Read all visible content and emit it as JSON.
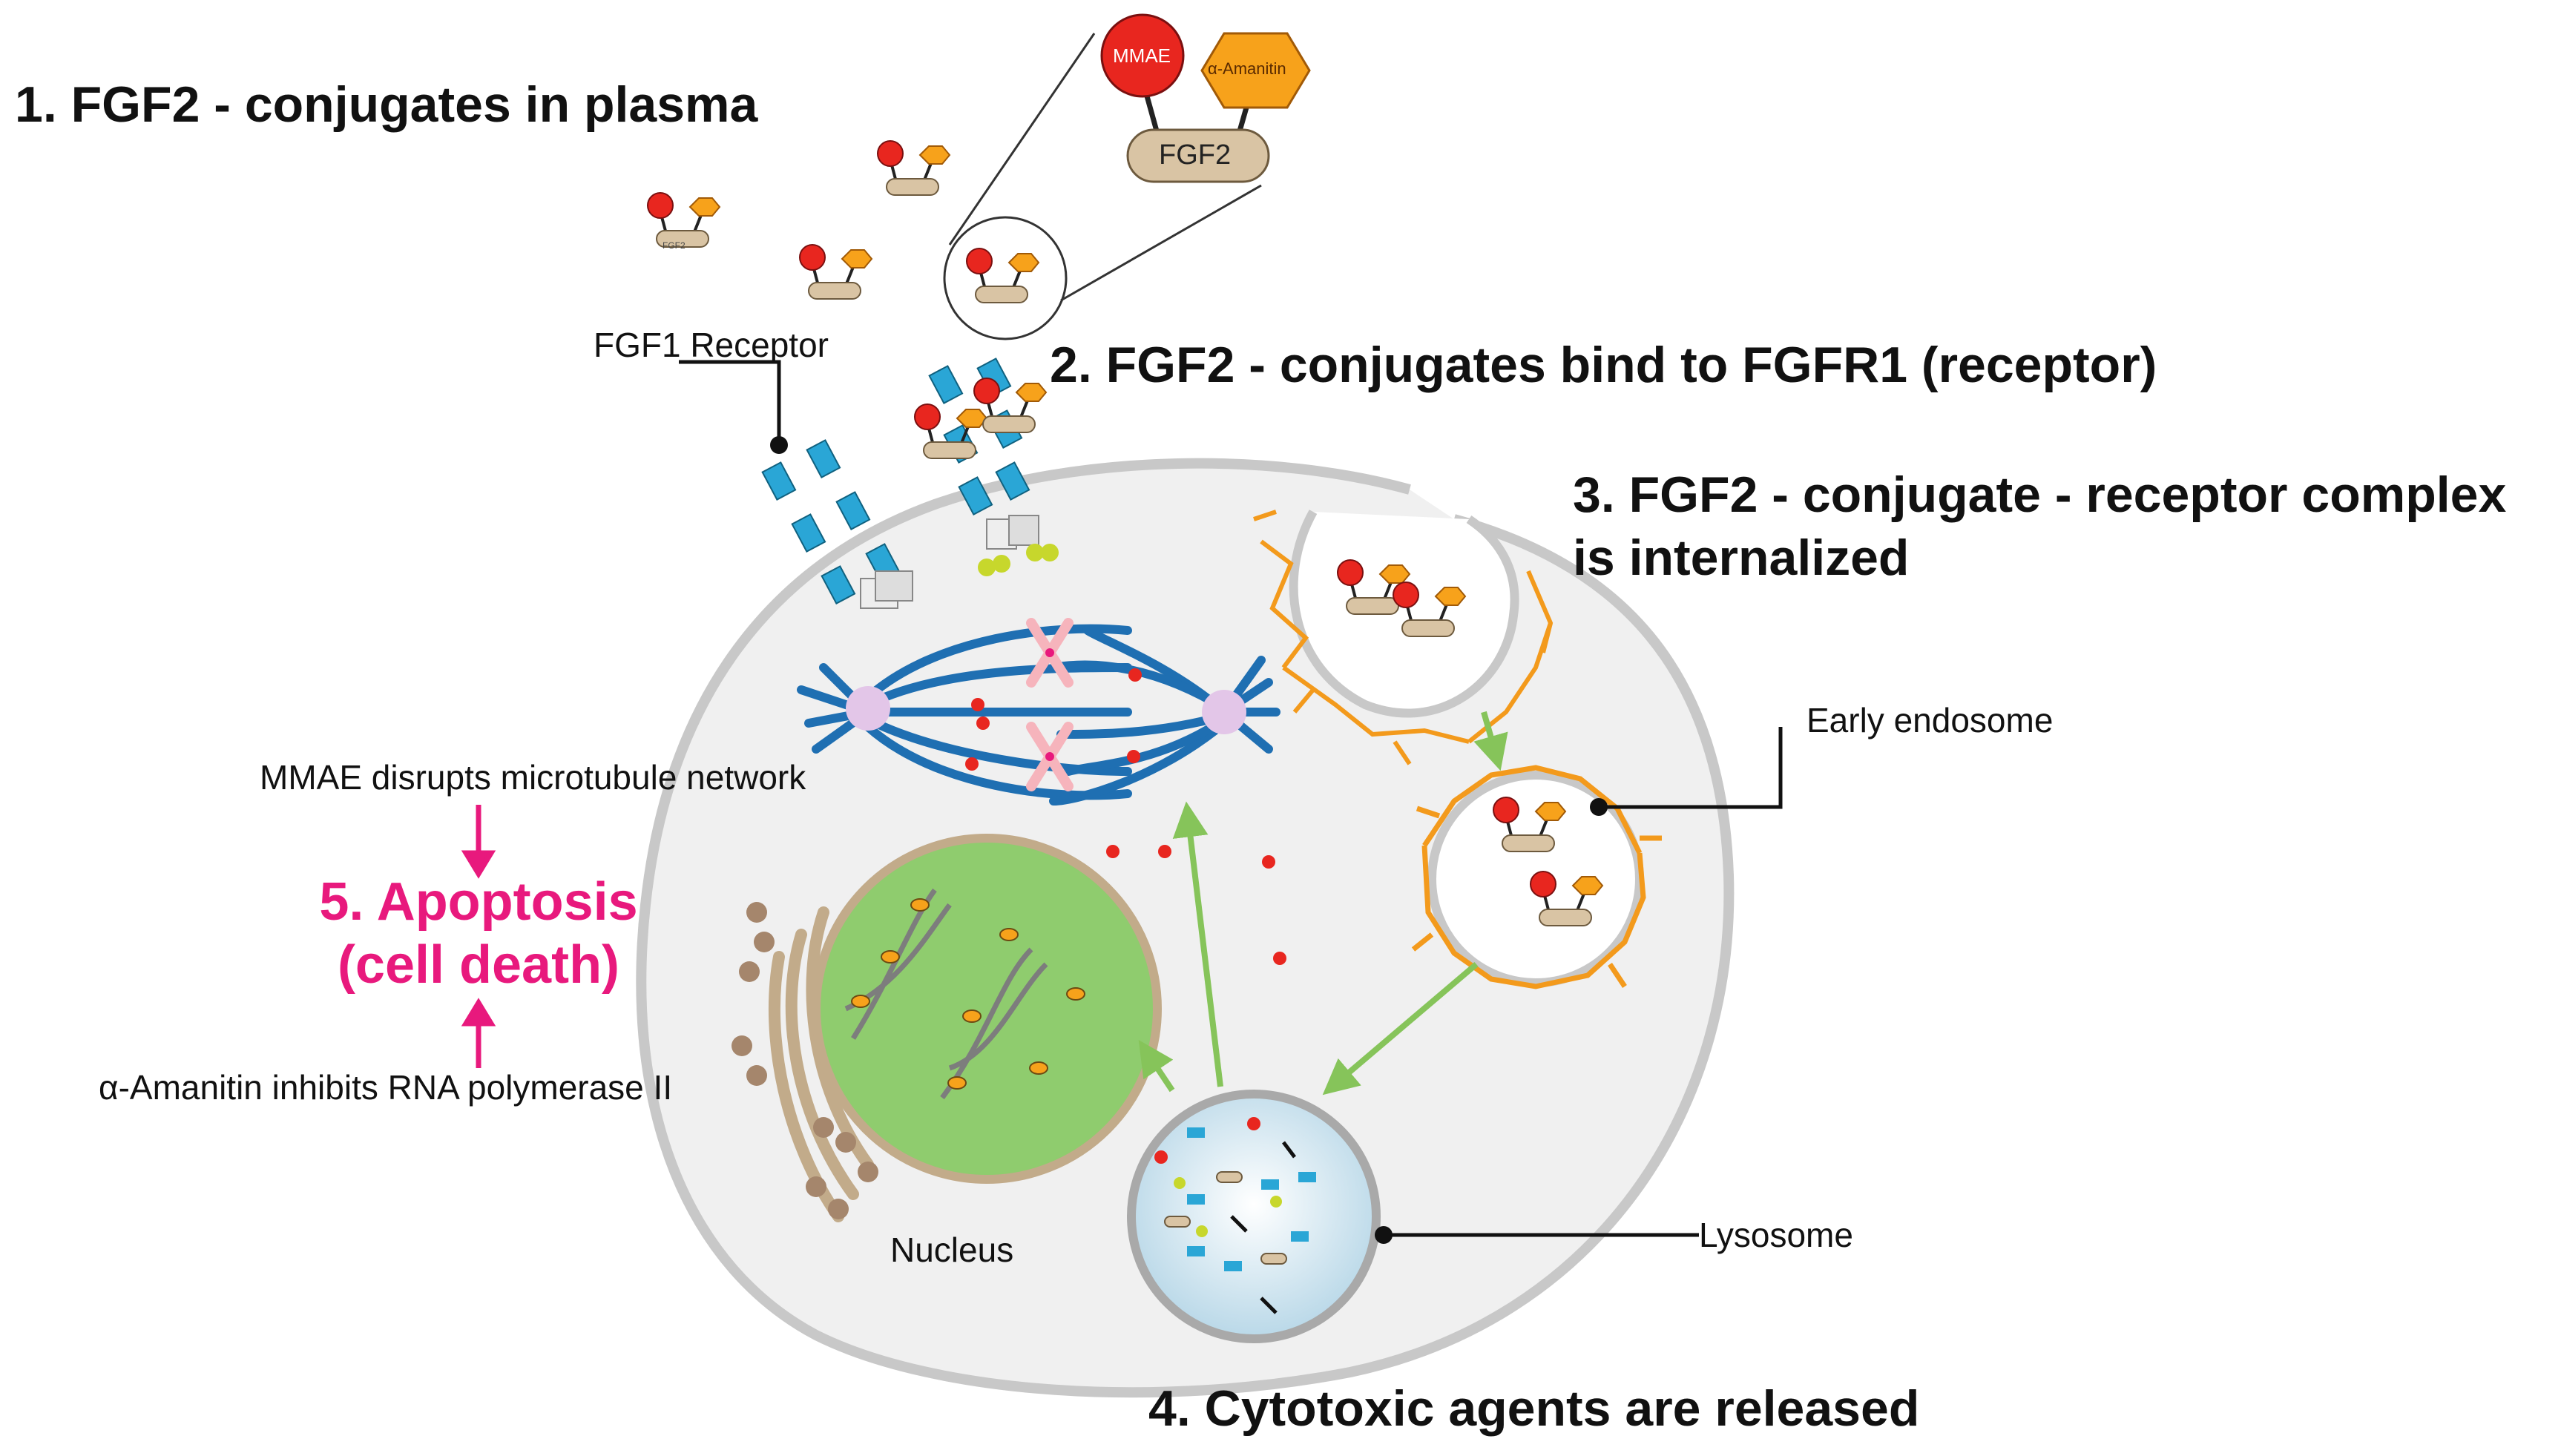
{
  "steps": {
    "s1": "1. FGF2 - conjugates in plasma",
    "s2": "2. FGF2 - conjugates bind to FGFR1 (receptor)",
    "s3_line1": "3. FGF2 - conjugate - receptor complex",
    "s3_line2": "is internalized",
    "s4": "4. Cytotoxic agents are released",
    "s5_line1": "5. Apoptosis",
    "s5_line2": "(cell death)"
  },
  "labels": {
    "fgf1_receptor": "FGF1 Receptor",
    "early_endosome": "Early endosome",
    "lysosome": "Lysosome",
    "nucleus": "Nucleus",
    "mmae_effect": "MMAE disrupts microtubule network",
    "amanitin_effect": "α-Amanitin inhibits RNA polymerase II"
  },
  "conjugate": {
    "mmae": "MMAE",
    "amanitin": "α-Amanitin",
    "fgf2": "FGF2",
    "fgf2_small": "FGF2"
  },
  "colors": {
    "apoptosis": "#e8197d",
    "receptor": "#2aa6d6",
    "mmae": "#e8261f",
    "amanitin": "#f7a21b",
    "fgf2": "#d9c4a4",
    "nucleus": "#8fcc6e",
    "arrow": "#86c45a",
    "endosome": "#f39a1c",
    "microtubule": "#1f6fb2",
    "cell": "#f0f0f0"
  }
}
